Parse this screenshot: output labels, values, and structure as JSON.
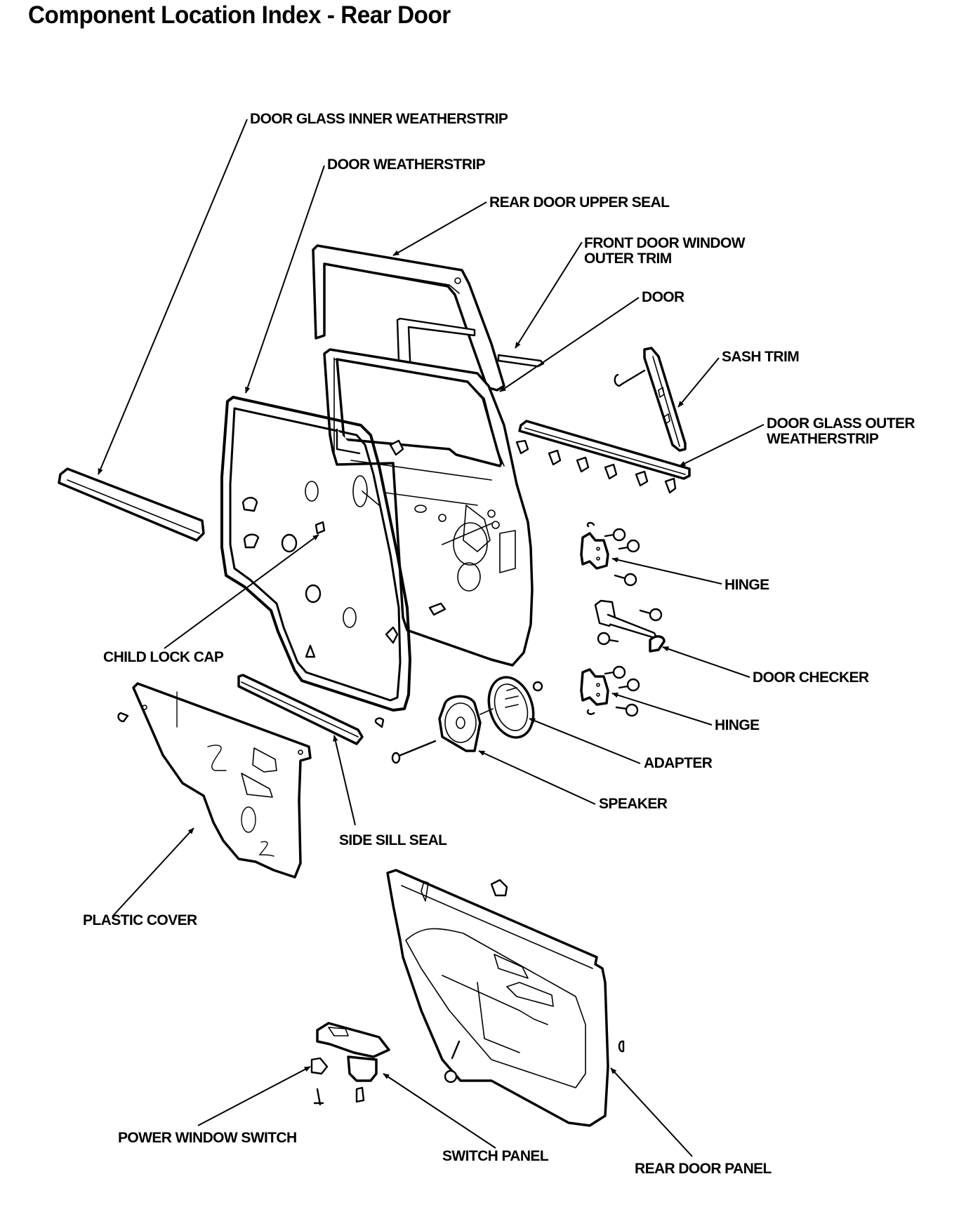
{
  "page": {
    "title": "Component Location Index - Rear Door"
  },
  "labels": {
    "door_glass_inner_weatherstrip": "DOOR GLASS INNER WEATHERSTRIP",
    "door_weatherstrip": "DOOR WEATHERSTRIP",
    "rear_door_upper_seal": "REAR DOOR UPPER SEAL",
    "front_door_window_outer_trim": [
      "FRONT DOOR WINDOW",
      "OUTER TRIM"
    ],
    "door": "DOOR",
    "sash_trim": "SASH TRIM",
    "door_glass_outer_weatherstrip": [
      "DOOR GLASS OUTER",
      "WEATHERSTRIP"
    ],
    "hinge_upper": "HINGE",
    "door_checker": "DOOR CHECKER",
    "hinge_lower": "HINGE",
    "adapter": "ADAPTER",
    "speaker": "SPEAKER",
    "child_lock_cap": "CHILD LOCK CAP",
    "side_sill_seal": "SIDE SILL SEAL",
    "plastic_cover": "PLASTIC COVER",
    "power_window_switch": "POWER WINDOW SWITCH",
    "switch_panel": "SWITCH PANEL",
    "rear_door_panel": "REAR DOOR PANEL"
  },
  "handwritten_marks": [
    "Z",
    "O",
    "Z"
  ]
}
